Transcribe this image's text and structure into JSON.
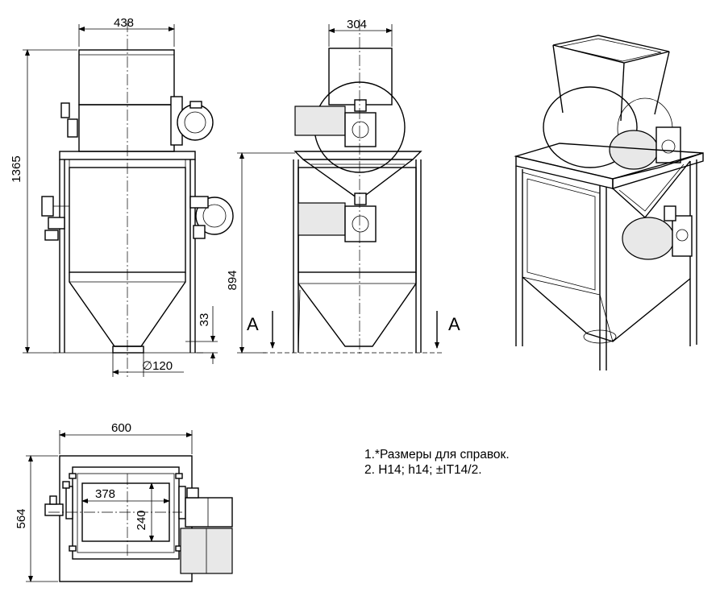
{
  "dimensions": {
    "front_width": "438",
    "front_height": "1365",
    "hopper_outlet_height": "33",
    "outlet_diameter": "∅120",
    "side_width": "304",
    "side_frame_height": "894",
    "plan_width": "600",
    "plan_depth": "564",
    "plan_inner_length": "378",
    "plan_inner_width": "240"
  },
  "section_labels": {
    "left": "A",
    "right": "A"
  },
  "notes": [
    "1.*Размеры для справок.",
    "2. H14; h14; ±IT14/2."
  ]
}
